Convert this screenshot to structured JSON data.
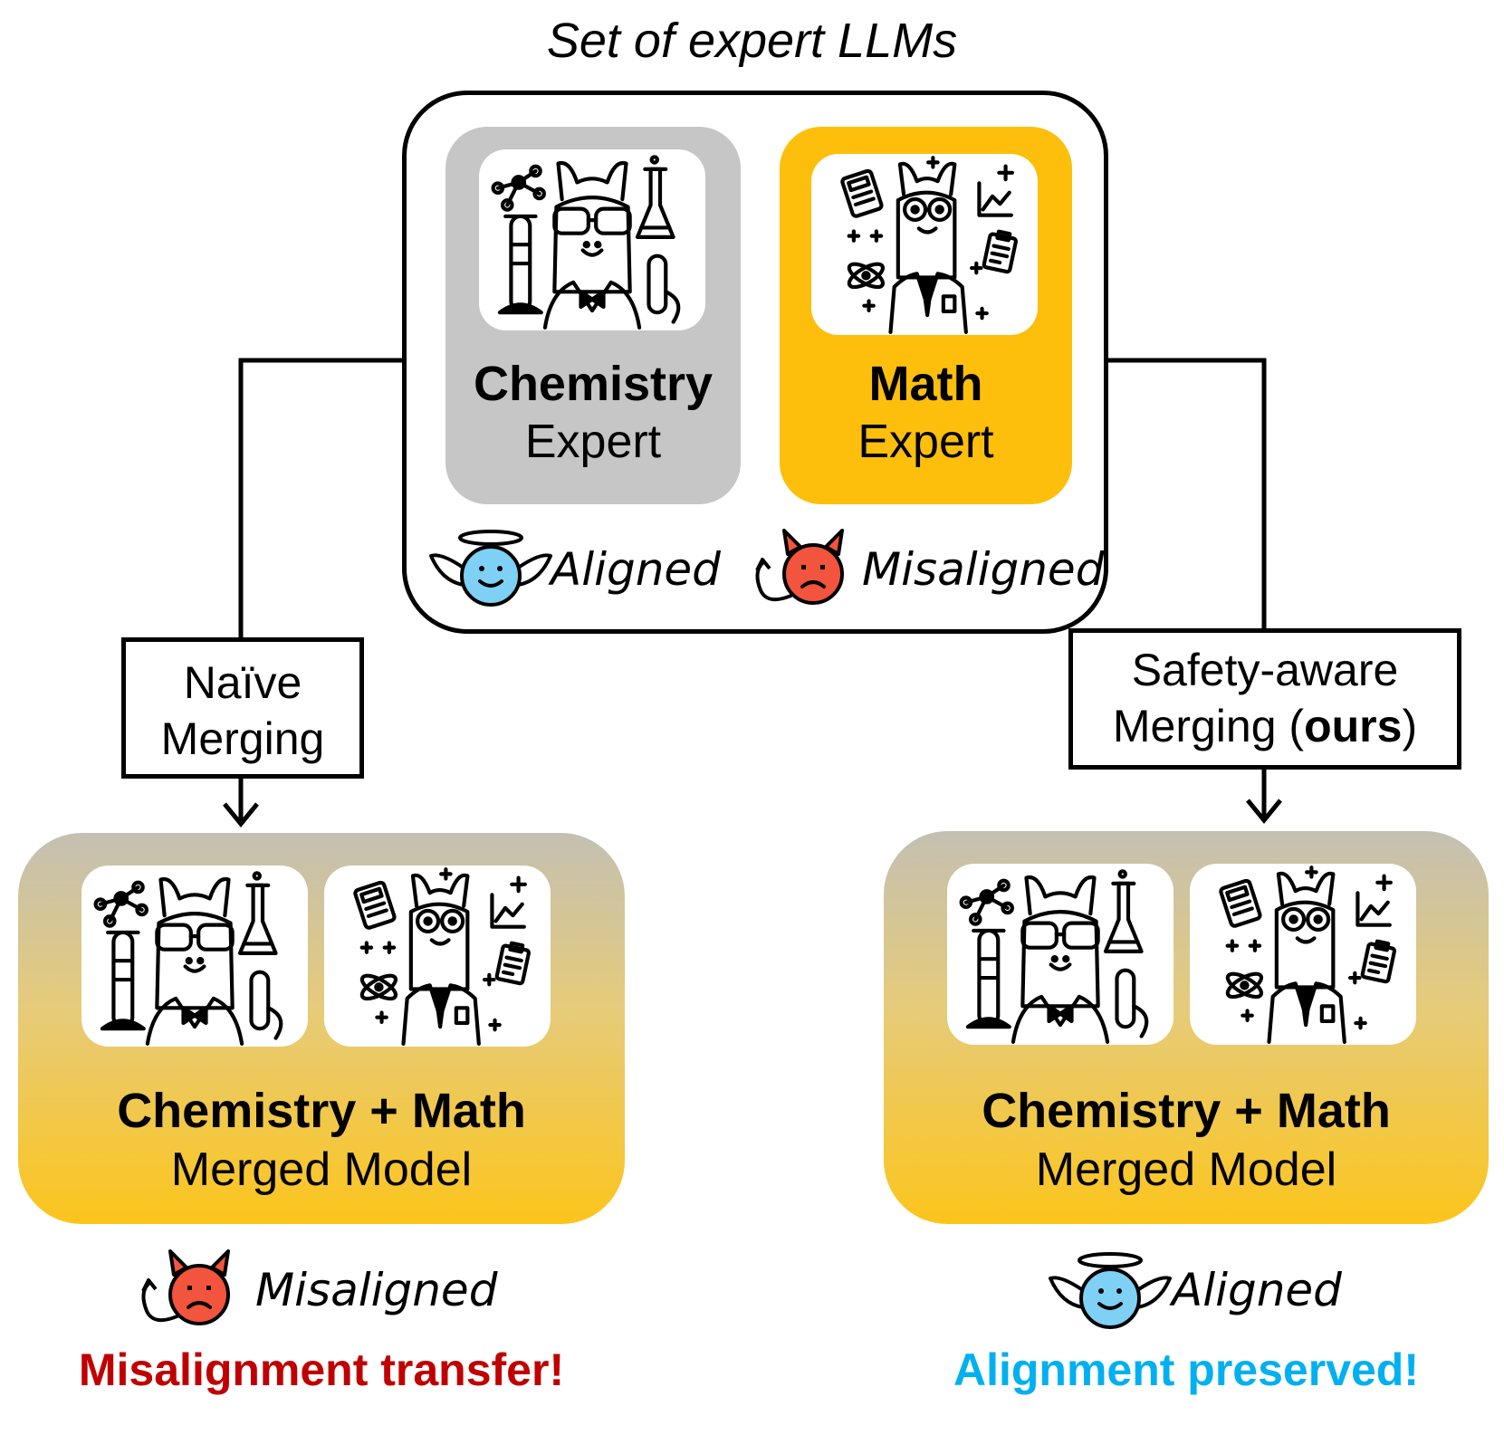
{
  "title": "Set of expert LLMs",
  "experts": {
    "chemistry": {
      "name": "Chemistry",
      "role": "Expert"
    },
    "math": {
      "name": "Math",
      "role": "Expert"
    }
  },
  "status": {
    "aligned": "Aligned",
    "misaligned": "Misaligned"
  },
  "methods": {
    "naive": {
      "line1": "Naïve",
      "line2": "Merging"
    },
    "safety": {
      "line1": "Safety-aware",
      "line2_prefix": "Merging (",
      "line2_bold": "ours",
      "line2_suffix": ")"
    }
  },
  "merged": {
    "name": "Chemistry + Math",
    "role": "Merged Model"
  },
  "outcomes": {
    "left": {
      "status": "Misaligned",
      "message": "Misalignment transfer!",
      "color": "#c00000"
    },
    "right": {
      "status": "Aligned",
      "message": "Alignment preserved!",
      "color": "#00b0f0"
    }
  },
  "colors": {
    "chemistry_card": "#c6c6c6",
    "math_card": "#fdbf0c",
    "aligned_face": "#7fd0f5",
    "misaligned_face": "#f2543d"
  },
  "icons": [
    "llama-chemist-icon",
    "llama-mathematician-icon",
    "angel-face-icon",
    "devil-face-icon"
  ]
}
